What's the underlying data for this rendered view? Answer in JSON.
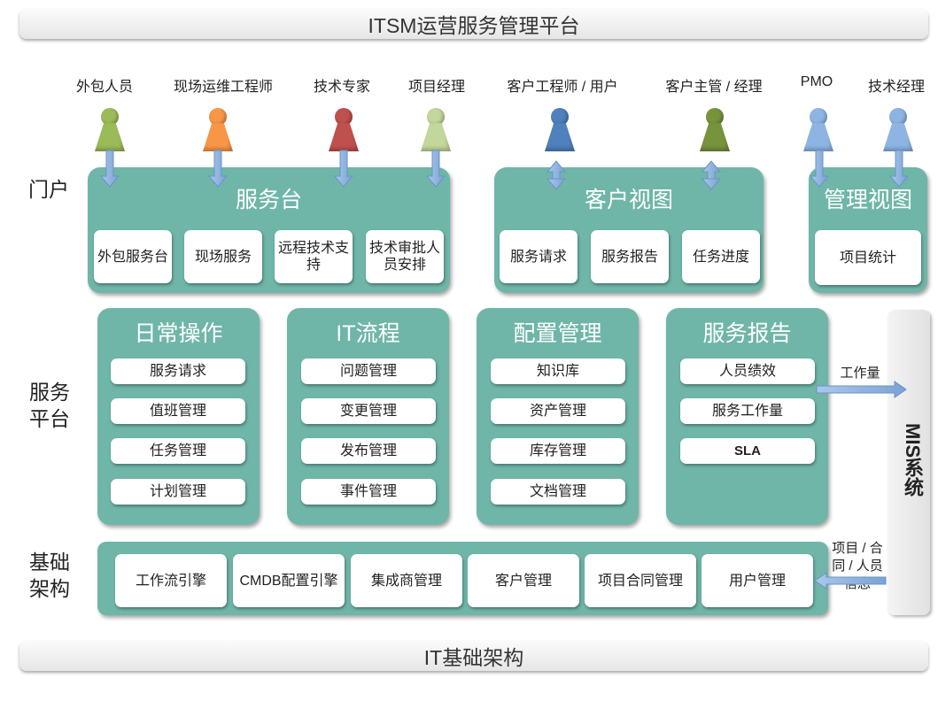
{
  "header": {
    "title": "ITSM运营服务管理平台"
  },
  "footer": {
    "title": "IT基础架构"
  },
  "roles": [
    {
      "label": "外包人员",
      "color": "#9bbb59"
    },
    {
      "label": "现场运维工程师",
      "color": "#f79646"
    },
    {
      "label": "技术专家",
      "color": "#c0504d"
    },
    {
      "label": "项目经理",
      "color": "#c3d69b"
    },
    {
      "label": "客户工程师 / 用户",
      "color": "#4f81bd"
    },
    {
      "label": "客户主管 / 经理",
      "color": "#77933c"
    },
    {
      "label": "PMO",
      "color": "#8eb4e3"
    },
    {
      "label": "技术经理",
      "color": "#8eb4e3"
    }
  ],
  "sections": {
    "portal": "门户",
    "service_platform": "服务平台",
    "infrastructure": "基础架构"
  },
  "portal": {
    "service_desk": {
      "title": "服务台",
      "items": [
        "外包服务台",
        "现场服务",
        "远程技术支持",
        "技术审批人员安排"
      ]
    },
    "customer_view": {
      "title": "客户视图",
      "items": [
        "服务请求",
        "服务报告",
        "任务进度"
      ]
    },
    "management_view": {
      "title": "管理视图",
      "items": [
        "项目统计"
      ]
    }
  },
  "platform": {
    "daily_ops": {
      "title": "日常操作",
      "items": [
        "服务请求",
        "值班管理",
        "任务管理",
        "计划管理"
      ]
    },
    "it_process": {
      "title": "IT流程",
      "items": [
        "问题管理",
        "变更管理",
        "发布管理",
        "事件管理"
      ]
    },
    "config_mgmt": {
      "title": "配置管理",
      "items": [
        "知识库",
        "资产管理",
        "库存管理",
        "文档管理"
      ]
    },
    "service_report": {
      "title": "服务报告",
      "items": [
        "人员绩效",
        "服务工作量",
        "SLA"
      ]
    }
  },
  "infra": {
    "items": [
      "工作流引擎",
      "CMDB配置引擎",
      "集成商管理",
      "客户管理",
      "项目合同管理",
      "用户管理"
    ]
  },
  "mis": {
    "label": "MIS系统",
    "workload_label": "工作量",
    "info_label": "项目 / 合同 / 人员信息"
  },
  "colors": {
    "panel": "#6fb6a8",
    "arrow": "#8fb4de"
  }
}
